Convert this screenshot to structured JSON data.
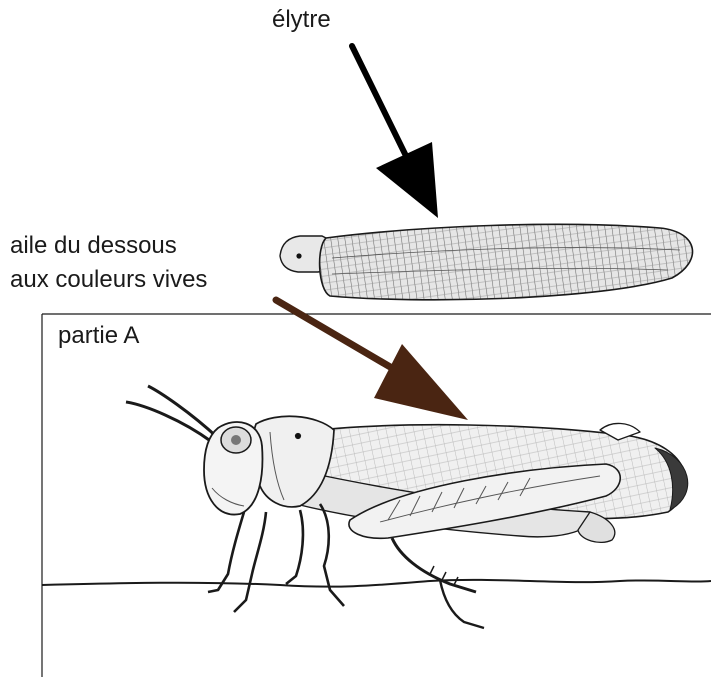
{
  "labels": {
    "elytre": "élytre",
    "aile_line1": "aile du dessous",
    "aile_line2": "aux couleurs vives",
    "partie": "partie A"
  },
  "colors": {
    "elytre_arrow": "#000000",
    "wing_arrow": "#4a2512",
    "line": "#1a1a1a",
    "body_fill": "#ededed",
    "wing_fill": "#d9d9d9"
  },
  "icons": {
    "elytre_arrow": "arrow-down-right-icon",
    "wing_arrow": "arrow-down-right-icon"
  }
}
